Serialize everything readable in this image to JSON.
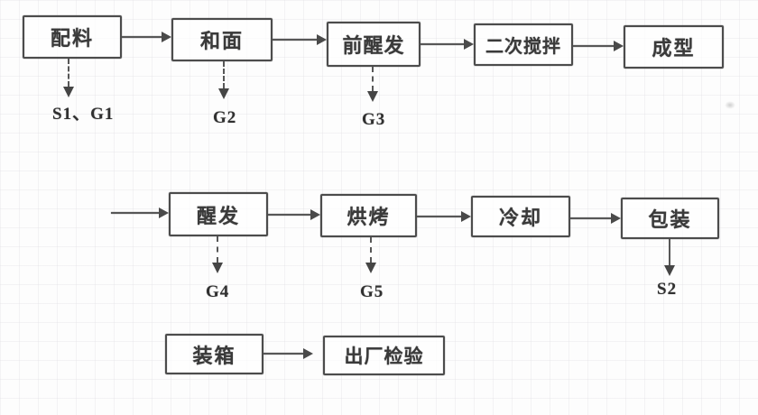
{
  "diagram_type": "process-flowchart",
  "subject": "bakery production process with control points",
  "flow": {
    "row1": {
      "boxes": [
        {
          "label": "配料"
        },
        {
          "label": "和面"
        },
        {
          "label": "前醒发"
        },
        {
          "label": "二次搅拌"
        },
        {
          "label": "成型"
        }
      ],
      "branch_labels": [
        {
          "text": "S1、G1",
          "from": "配料"
        },
        {
          "text": "G2",
          "from": "和面"
        },
        {
          "text": "G3",
          "from": "前醒发"
        }
      ]
    },
    "row2": {
      "boxes": [
        {
          "label": "醒发"
        },
        {
          "label": "烘烤"
        },
        {
          "label": "冷却"
        },
        {
          "label": "包装"
        }
      ],
      "branch_labels": [
        {
          "text": "G4",
          "from": "醒发"
        },
        {
          "text": "G5",
          "from": "烘烤"
        },
        {
          "text": "S2",
          "from": "包装"
        }
      ]
    },
    "row3": {
      "boxes": [
        {
          "label": "装箱"
        },
        {
          "label": "出厂检验"
        }
      ]
    },
    "sequence": [
      "配料",
      "和面",
      "前醒发",
      "二次搅拌",
      "成型",
      "醒发",
      "烘烤",
      "冷却",
      "包装",
      "装箱",
      "出厂检验"
    ]
  },
  "colors": {
    "ink": "#4c4c4c",
    "paper": "#fdfdfd",
    "grid": "#d2d0d8"
  }
}
